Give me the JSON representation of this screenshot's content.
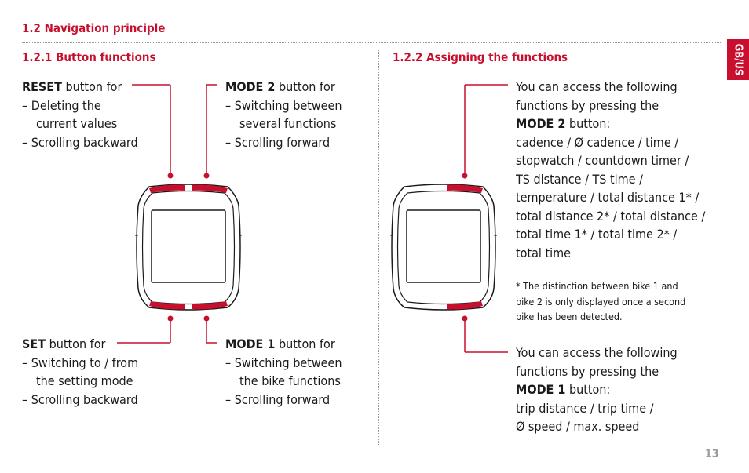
{
  "header": {
    "section_title": "1.2 Navigation principle"
  },
  "side_tab": {
    "label": "GB/US"
  },
  "page_number": "13",
  "left": {
    "title": "1.2.1 Button functions",
    "reset": {
      "name": "RESET",
      "suffix": " button for",
      "items": [
        "– Deleting the",
        "current values",
        "– Scrolling backward"
      ]
    },
    "mode2": {
      "name": "MODE 2",
      "suffix": " button for",
      "items": [
        "– Switching between",
        "several functions",
        "– Scrolling forward"
      ]
    },
    "set": {
      "name": "SET",
      "suffix": " button for",
      "items": [
        "– Switching to / from",
        "the setting mode",
        "– Scrolling backward"
      ]
    },
    "mode1": {
      "name": "MODE 1",
      "suffix": " button for",
      "items": [
        "– Switching between",
        "the bike functions",
        "– Scrolling forward"
      ]
    }
  },
  "right": {
    "title": "1.2.2 Assigning the functions",
    "mode2_block": {
      "intro1": "You can access the following",
      "intro2": "functions by pressing the",
      "name": "MODE 2",
      "suffix": " button:",
      "lines": [
        "cadence / Ø cadence / time /",
        "stopwatch / countdown timer /",
        "TS distance / TS time /",
        "temperature / total distance 1* /",
        "total distance 2* / total distance /",
        "total time 1* / total time 2* /",
        "total time"
      ]
    },
    "footnote": [
      "* The distinction between bike 1 and",
      "bike 2 is only displayed once a second",
      "bike has been detected."
    ],
    "mode1_block": {
      "intro1": "You can access the following",
      "intro2": "functions by pressing the",
      "name": "MODE 1",
      "suffix": " button:",
      "lines": [
        "trip distance / trip time /",
        "Ø speed / max. speed"
      ]
    }
  },
  "colors": {
    "accent": "#c8102e",
    "text": "#1a1a1a",
    "muted": "#9a9a9a"
  },
  "icons": {
    "device": "bike-computer-icon"
  }
}
